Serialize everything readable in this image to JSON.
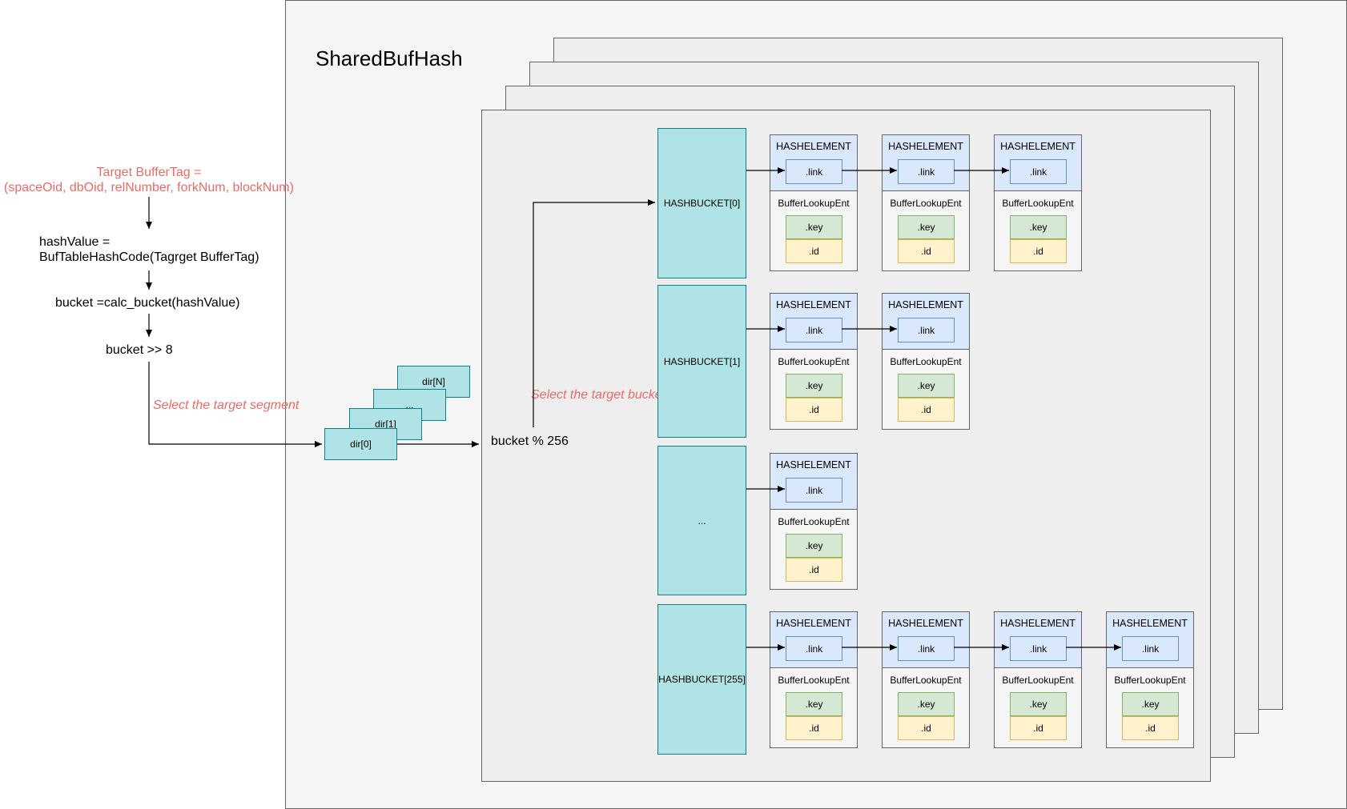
{
  "title": "SharedBufHash",
  "flow": {
    "target_line1": "Target BufferTag =",
    "target_line2": "(spaceOid, dbOid, relNumber, forkNum, blockNum)",
    "hash_line1": "hashValue =",
    "hash_line2": "BufTableHashCode(Tagrget BufferTag)",
    "calc_bucket": "bucket =calc_bucket(hashValue)",
    "shift": "bucket >> 8",
    "select_segment": "Select the target segment",
    "select_bucket": "Select the target bucket",
    "modulo": "bucket % 256"
  },
  "directory": [
    "dir[0]",
    "dir[1]",
    "...",
    "dir[N]"
  ],
  "buckets": [
    {
      "label": "HASHBUCKET[0]",
      "element_count": 3
    },
    {
      "label": "HASHBUCKET[1]",
      "element_count": 2
    },
    {
      "label": "...",
      "element_count": 1
    },
    {
      "label": "HASHBUCKET[255]",
      "element_count": 4
    }
  ],
  "element": {
    "title": "HASHELEMENT",
    "link": ".link",
    "entry": "BufferLookupEnt",
    "key": ".key",
    "id": ".id"
  },
  "colors": {
    "accent_text": "#ea6b66",
    "bucket_fill": "#b0e3e6",
    "bucket_stroke": "#0e8088",
    "header_fill": "#dae8fc",
    "key_fill": "#d5e8d4",
    "id_fill": "#fff2cc"
  }
}
